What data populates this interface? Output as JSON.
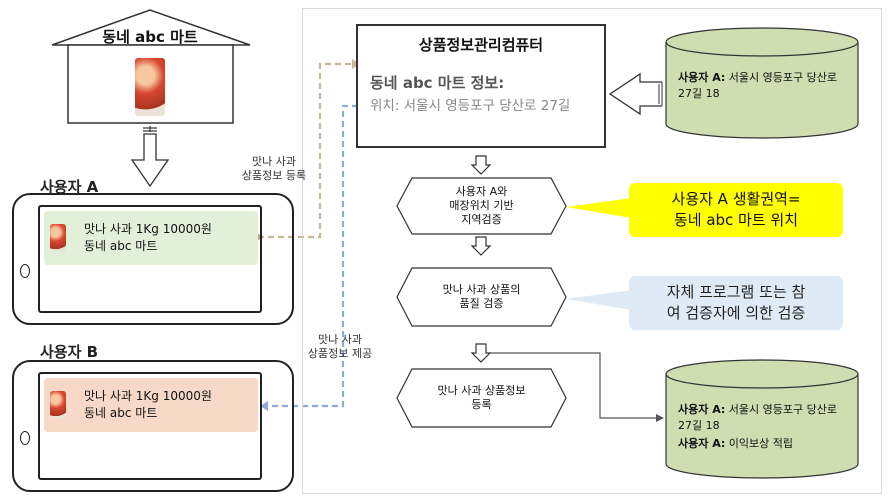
{
  "store": {
    "name": "동네 abc 마트"
  },
  "userA": {
    "title": "사용자 A",
    "product_line": "맛나 사과 1Kg 10000원",
    "store_line": "동네 abc 마트"
  },
  "userB": {
    "title": "사용자 B",
    "product_line": "맛나 사과 1Kg 10000원",
    "store_line": "동네 abc 마트"
  },
  "labels": {
    "register_1": "맛나 사과",
    "register_2": "상품정보 등록",
    "provide_1": "맛나 사과",
    "provide_2": "상품정보 제공"
  },
  "computer": {
    "title": "상품정보관리컴퓨터",
    "store_info": "동네 abc 마트 정보:",
    "location": "위치: 서울시 영등포구 당산로 27길"
  },
  "db_top": {
    "user_label": "사용자 A:",
    "address": " 서울시 영등포구 당산로 27길 18"
  },
  "db_bottom": {
    "user_label_1": "사용자 A:",
    "address": " 서울시 영등포구 당산로 27길 18",
    "user_label_2": "사용자 A:",
    "reward": " 이익보상 적립"
  },
  "steps": [
    {
      "lines": [
        "사용자 A와",
        "매장위치 기반",
        "지역검증"
      ]
    },
    {
      "lines": [
        "맛나 사과 상품의",
        "품질 검증"
      ]
    },
    {
      "lines": [
        "맛나 사과 상품정보",
        "등록"
      ]
    }
  ],
  "notes": {
    "yellow_1": "사용자 A 생활권역=",
    "yellow_2": "동네 abc 마트 위치",
    "blue_1": "자체 프로그램 또는 참",
    "blue_2": "여 검증자에 의한 검증"
  },
  "colors": {
    "register_line": "#c4b896",
    "provide_line": "#8faadc",
    "cylinder": "#cfddb0",
    "note_yellow": "#ffff00",
    "note_blue": "#deebf7"
  }
}
